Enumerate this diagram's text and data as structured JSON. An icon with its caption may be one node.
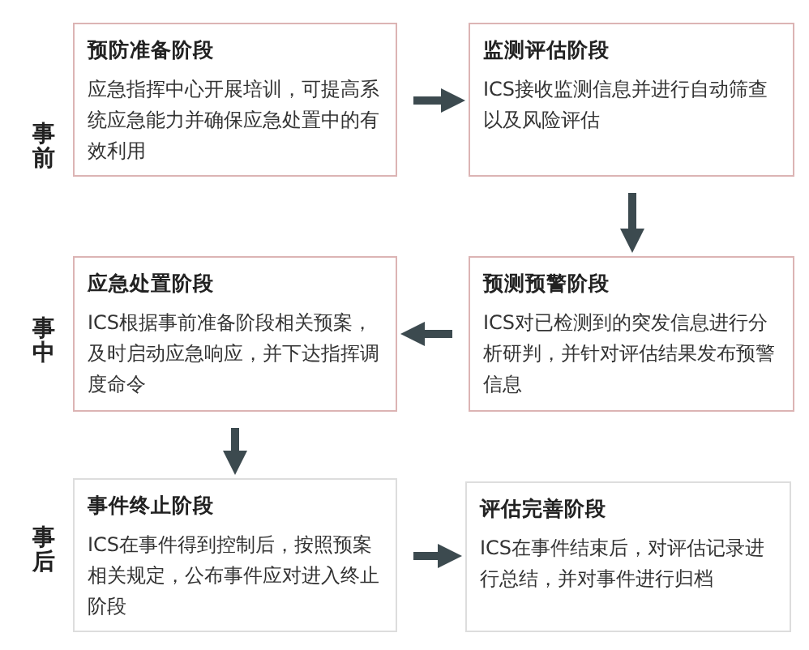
{
  "diagram": {
    "nodes": [
      {
        "text": [
          "预防准备阶段",
          "应急指挥中心开展培训，可提高系统应急能力并确保应急处置中的有效利用"
        ]
      },
      {
        "text": [
          "监测评估阶段",
          "ICS接收监测信息并进行自动筛查以及风险评估"
        ]
      },
      {
        "text": [
          "应急处置阶段",
          "ICS根据事前准备阶段相关预案，及时启动应急响应，并下达指挥调度命令"
        ]
      },
      {
        "text": [
          "预测预警阶段",
          "ICS对已检测到的突发信息进行分析研判，并针对评估结果发布预警信息"
        ]
      },
      {
        "text": [
          "事件终止阶段",
          "ICS在事件得到控制后，按照预案相关规定，公布事件应对进入终止阶段"
        ]
      },
      {
        "text": [
          "评估完善阶段",
          "ICS在事件结束后，对评估记录进行总结，并对事件进行归档"
        ]
      }
    ],
    "edges": [
      {
        "from": 0,
        "to": 1,
        "arrow": "to"
      },
      {
        "from": 1,
        "to": 3,
        "arrow": "to"
      },
      {
        "from": 3,
        "to": 2,
        "arrow": "to"
      },
      {
        "from": 2,
        "to": 4,
        "arrow": "to"
      },
      {
        "from": 4,
        "to": 5,
        "arrow": "to"
      }
    ],
    "labels": [
      "事前",
      "事中",
      "事后"
    ]
  }
}
